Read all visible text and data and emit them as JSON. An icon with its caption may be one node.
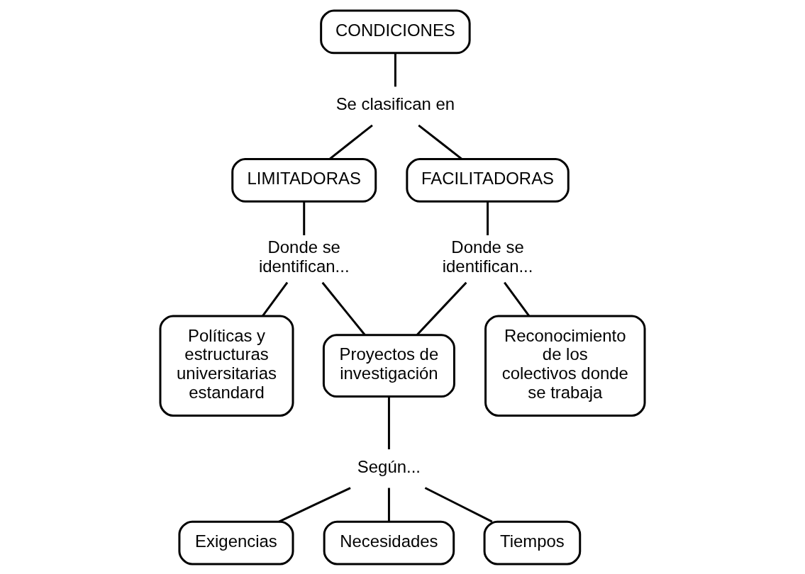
{
  "diagram": {
    "nodes": [
      {
        "text": [
          "CONDICIONES"
        ]
      },
      {
        "text": [
          "Se clasifican en"
        ]
      },
      {
        "text": [
          "LIMITADORAS"
        ]
      },
      {
        "text": [
          "FACILITADORAS"
        ]
      },
      {
        "text": [
          "Donde se identifican..."
        ]
      },
      {
        "text": [
          "Donde se identifican..."
        ]
      },
      {
        "text": [
          "Políticas y estructuras universitarias estandard"
        ]
      },
      {
        "text": [
          "Proyectos de investigación"
        ]
      },
      {
        "text": [
          "Reconocimiento de los colectivos donde se trabaja"
        ]
      },
      {
        "text": [
          "Según..."
        ]
      },
      {
        "text": [
          "Exigencias"
        ]
      },
      {
        "text": [
          "Necesidades"
        ]
      },
      {
        "text": [
          "Tiempos"
        ]
      }
    ],
    "edges": [
      {
        "from": 0,
        "to": 1,
        "arrow": "none"
      },
      {
        "from": 1,
        "to": 2,
        "arrow": "none"
      },
      {
        "from": 1,
        "to": 3,
        "arrow": "none"
      },
      {
        "from": 2,
        "to": 4,
        "arrow": "none"
      },
      {
        "from": 3,
        "to": 5,
        "arrow": "none"
      },
      {
        "from": 4,
        "to": 6,
        "arrow": "none"
      },
      {
        "from": 4,
        "to": 7,
        "arrow": "none"
      },
      {
        "from": 5,
        "to": 7,
        "arrow": "none"
      },
      {
        "from": 5,
        "to": 8,
        "arrow": "none"
      },
      {
        "from": 7,
        "to": 9,
        "arrow": "none"
      },
      {
        "from": 9,
        "to": 10,
        "arrow": "none"
      },
      {
        "from": 9,
        "to": 11,
        "arrow": "none"
      },
      {
        "from": 9,
        "to": 12,
        "arrow": "none"
      }
    ]
  }
}
